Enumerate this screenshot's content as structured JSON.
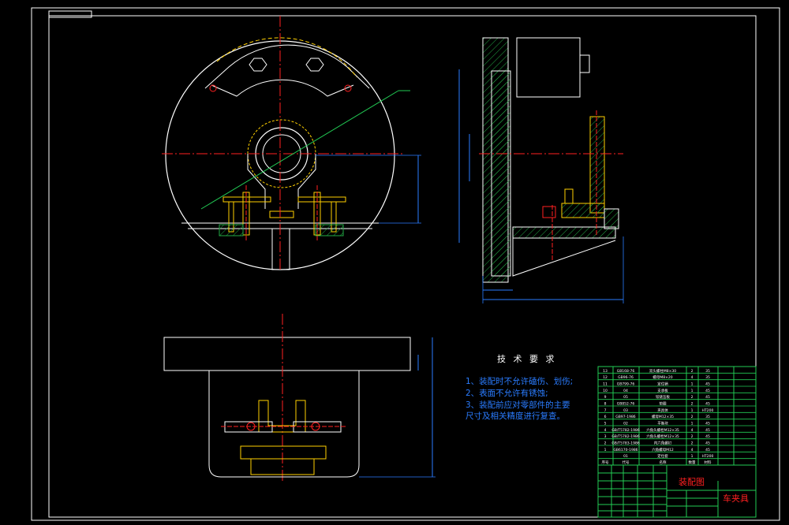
{
  "technical_requirements": {
    "title": "技 术 要 求",
    "items": [
      "1、装配时不允许磕伤、划伤;",
      "2、表面不允许有锈蚀;",
      "3、装配前应对零部件的主要",
      "尺寸及相关精度进行复查。"
    ]
  },
  "title_block": {
    "drawing_name": "装配图",
    "product_name": "车夹具"
  },
  "parts_list": {
    "rows": [
      [
        "13",
        "GB168-76",
        "双头螺柱M8×30",
        "2",
        "35"
      ],
      [
        "12",
        "GB96-76",
        "螺母M8×20",
        "4",
        "35"
      ],
      [
        "11",
        "GB799-76",
        "定位销",
        "1",
        "45"
      ],
      [
        "10",
        "04",
        "支承板",
        "1",
        "45"
      ],
      [
        "9",
        "05",
        "铰链压板",
        "2",
        "45"
      ],
      [
        "8",
        "GB852-76",
        "垫圈",
        "2",
        "45"
      ],
      [
        "7",
        "03",
        "夹具体",
        "1",
        "HT200"
      ],
      [
        "6",
        "GB97-1986",
        "螺母M12×35",
        "2",
        "35"
      ],
      [
        "5",
        "02",
        "平衡块",
        "1",
        "45"
      ],
      [
        "4",
        "GB/T5782-1986",
        "六角头螺栓M12×35",
        "4",
        "45"
      ],
      [
        "3",
        "GB/T5782-1986",
        "六角头螺栓M12×35",
        "2",
        "45"
      ],
      [
        "2",
        "GB/T5783-1986",
        "内六角螺钉",
        "2",
        "45"
      ],
      [
        "1",
        "GB6170-1986",
        "六角螺母M12",
        "4",
        "45"
      ],
      [
        "",
        "01",
        "定位套",
        "1",
        "HT200"
      ]
    ],
    "header": [
      "序号",
      "代号",
      "名称",
      "数量",
      "材料"
    ]
  },
  "colors": {
    "background": "#000000",
    "geometry": "#ffffff",
    "center_lines": "#ff2020",
    "hidden_lines": "#ffd000",
    "dimensions": "#2a7cff",
    "table_lines": "#22cc55",
    "hatch": "#22aa44",
    "parts": "#ffd000"
  }
}
